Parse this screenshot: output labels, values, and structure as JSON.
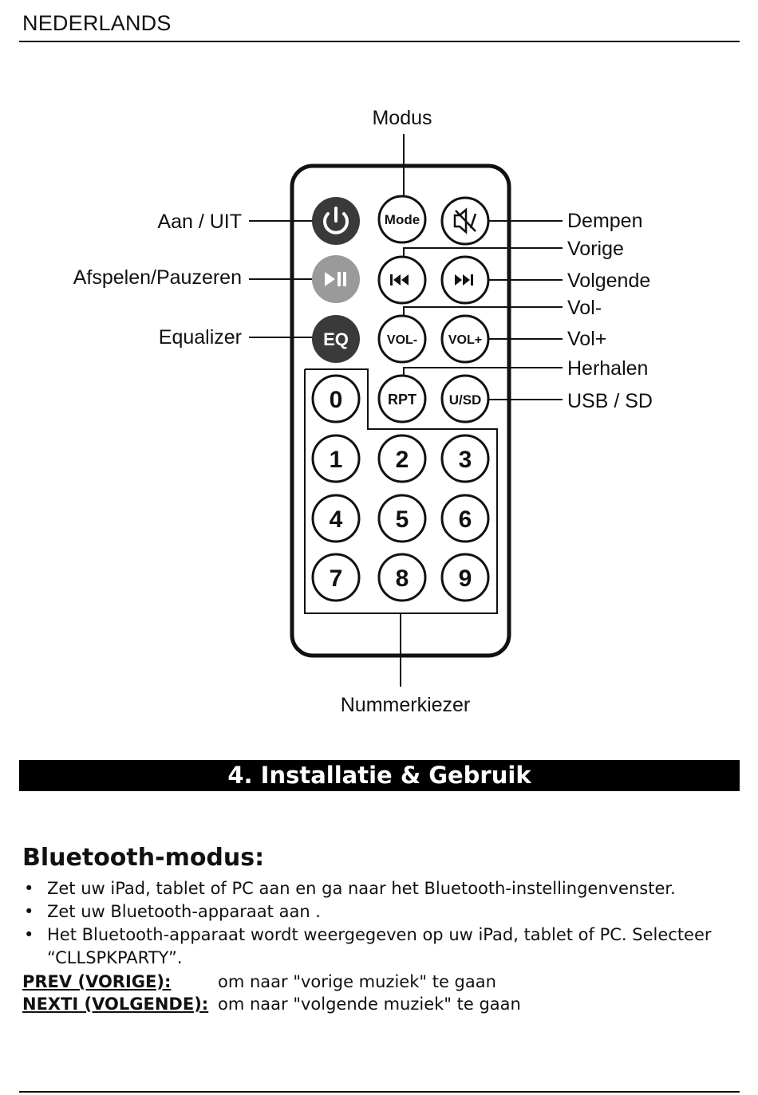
{
  "header": {
    "language": "NEDERLANDS"
  },
  "diagram": {
    "labels": {
      "modus": "Modus",
      "aan_uit": "Aan / UIT",
      "afspelen": "Afspelen/Pauzeren",
      "equalizer": "Equalizer",
      "dempen": "Dempen",
      "vorige": "Vorige",
      "volgende": "Volgende",
      "vol_min": "Vol-",
      "vol_plus": "Vol+",
      "herhalen": "Herhalen",
      "usb_sd": "USB / SD",
      "nummerkiezer": "Nummerkiezer"
    },
    "buttons": {
      "mode": "Mode",
      "eq": "EQ",
      "vol_min": "VOL-",
      "vol_plus": "VOL+",
      "rpt": "RPT",
      "usd": "U/SD"
    },
    "digits": [
      "0",
      "1",
      "2",
      "3",
      "4",
      "5",
      "6",
      "7",
      "8",
      "9"
    ]
  },
  "section": {
    "title": "4.  Installatie & Gebruik"
  },
  "bluetooth": {
    "heading": "Bluetooth-modus:",
    "bullets": [
      "Zet uw iPad, tablet of PC aan en ga naar het Bluetooth-instellingenvenster.",
      "Zet uw Bluetooth-apparaat aan .",
      "Het Bluetooth-apparaat wordt weergegeven op uw iPad, tablet of PC. Selecteer “CLLSPKPARTY”."
    ],
    "prev_key": "PREV (VORIGE):",
    "prev_val": "om naar \"vorige muziek\" te gaan",
    "next_key": "NEXTI (VOLGENDE):",
    "next_val": "om naar \"volgende muziek\" te gaan"
  }
}
